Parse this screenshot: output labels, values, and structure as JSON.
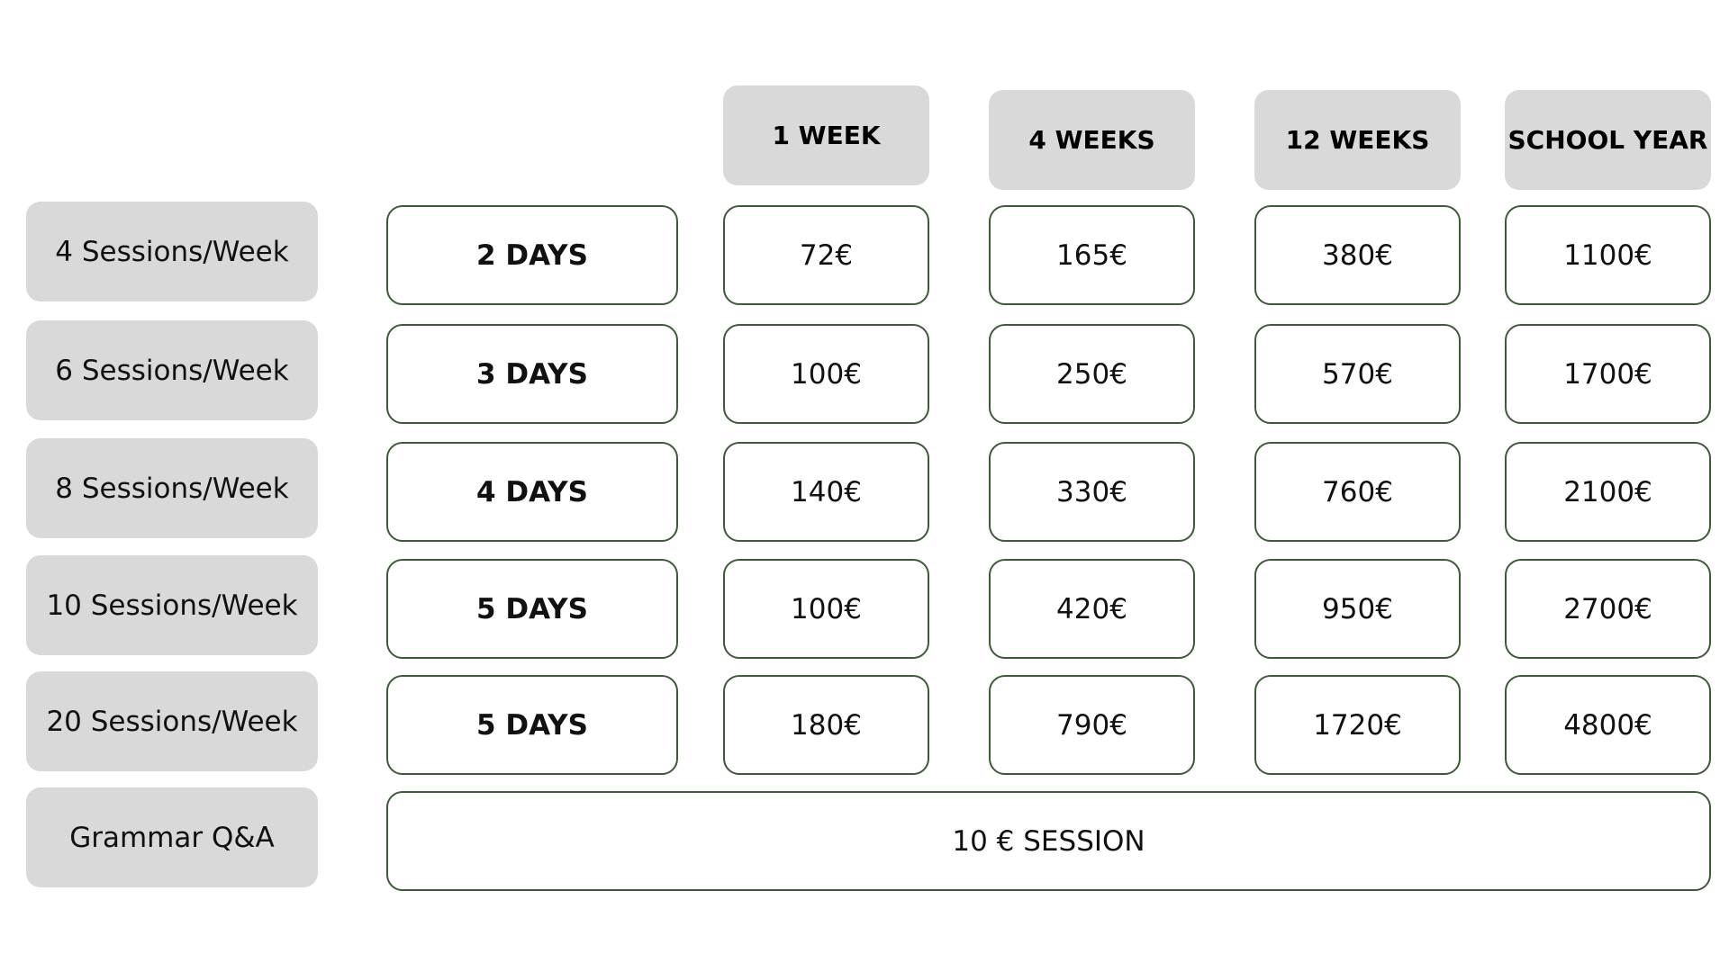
{
  "columns": [
    "1 WEEK",
    "4 WEEKS",
    "12 WEEKS",
    "SCHOOL YEAR"
  ],
  "rows": [
    {
      "label": "4 Sessions/Week",
      "days": "2 DAYS",
      "prices": [
        "72€",
        "165€",
        "380€",
        "1100€"
      ]
    },
    {
      "label": "6 Sessions/Week",
      "days": "3 DAYS",
      "prices": [
        "100€",
        "250€",
        "570€",
        "1700€"
      ]
    },
    {
      "label": "8 Sessions/Week",
      "days": "4 DAYS",
      "prices": [
        "140€",
        "330€",
        "760€",
        "2100€"
      ]
    },
    {
      "label": "10 Sessions/Week",
      "days": "5 DAYS",
      "prices": [
        "100€",
        "420€",
        "950€",
        "2700€"
      ]
    },
    {
      "label": "20 Sessions/Week",
      "days": "5 DAYS",
      "prices": [
        "180€",
        "790€",
        "1720€",
        "4800€"
      ]
    }
  ],
  "grammar": {
    "label": "Grammar Q&A",
    "value": "10 € SESSION"
  },
  "colors": {
    "header_bg": "#d9d9d9",
    "label_bg": "#d9d9d9",
    "cell_border": "#3f5a3a"
  }
}
